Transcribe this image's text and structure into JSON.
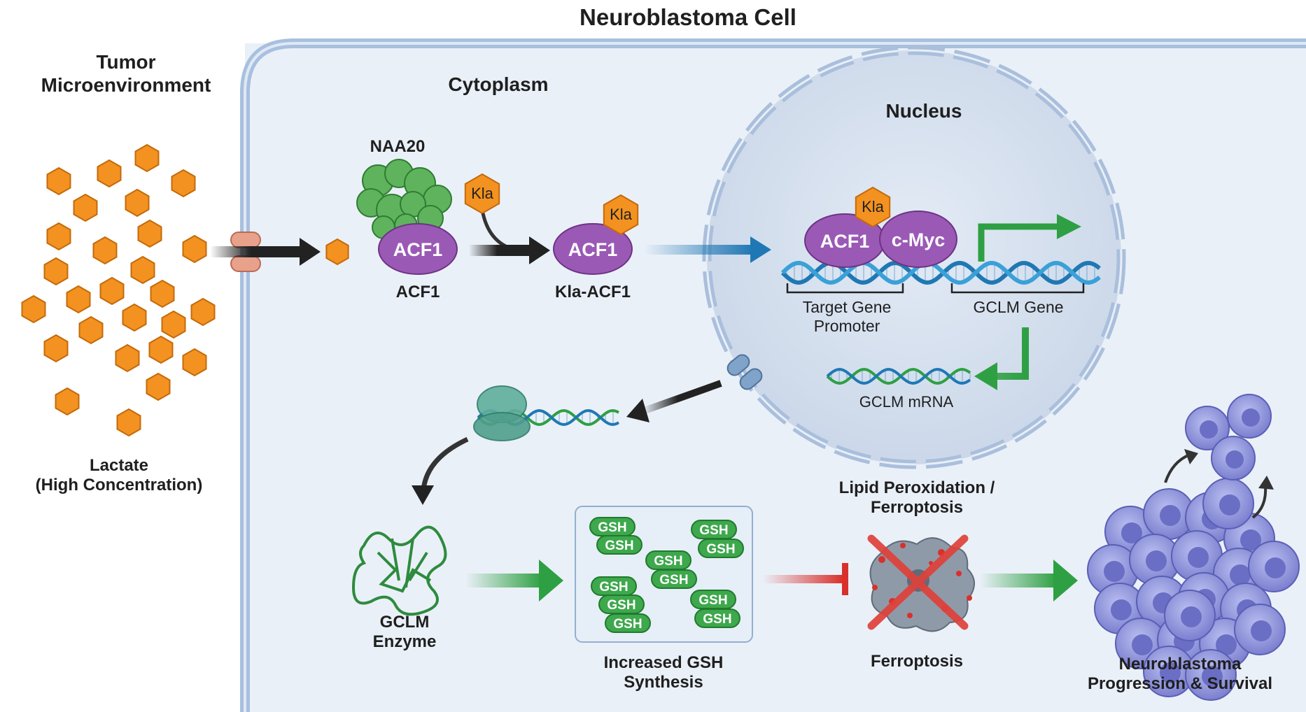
{
  "title": "Neuroblastoma Cell",
  "tumor_microenvironment": {
    "heading_line1": "Tumor",
    "heading_line2": "Microenvironment",
    "lactate_line1": "Lactate",
    "lactate_line2": "(High Concentration)"
  },
  "cytoplasm_label": "Cytoplasm",
  "nucleus_label": "Nucleus",
  "naa20_label": "NAA20",
  "kla_label": "Kla",
  "acf1_label": "ACF1",
  "acf1_caption": "ACF1",
  "kla_acf1_caption": "Kla-ACF1",
  "cmyc_label": "c-Myc",
  "target_promoter_line1": "Target Gene",
  "target_promoter_line2": "Promoter",
  "gclm_gene_label": "GCLM Gene",
  "gclm_mrna_label": "GCLM mRNA",
  "gclm_enzyme_line1": "GCLM",
  "gclm_enzyme_line2": "Enzyme",
  "gsh_label": "GSH",
  "gsh_synthesis_line1": "Increased GSH",
  "gsh_synthesis_line2": "Synthesis",
  "lipid_line1": "Lipid Peroxidation /",
  "lipid_line2": "Ferroptosis",
  "ferroptosis_label": "Ferroptosis",
  "outcome_line1": "Neuroblastoma",
  "outcome_line2": "Progression & Survival",
  "colors": {
    "lactate": "#f39220",
    "acf1": "#9b59b6",
    "green_protein": "#4caf50",
    "dna_blue": "#1f78b4",
    "dna_green": "#2ea043",
    "inhibit_red": "#d9302c",
    "cell_fill": "#eaf0f8",
    "membrane": "#9bb5d6",
    "tumor_cell": "#8f8fd8"
  }
}
